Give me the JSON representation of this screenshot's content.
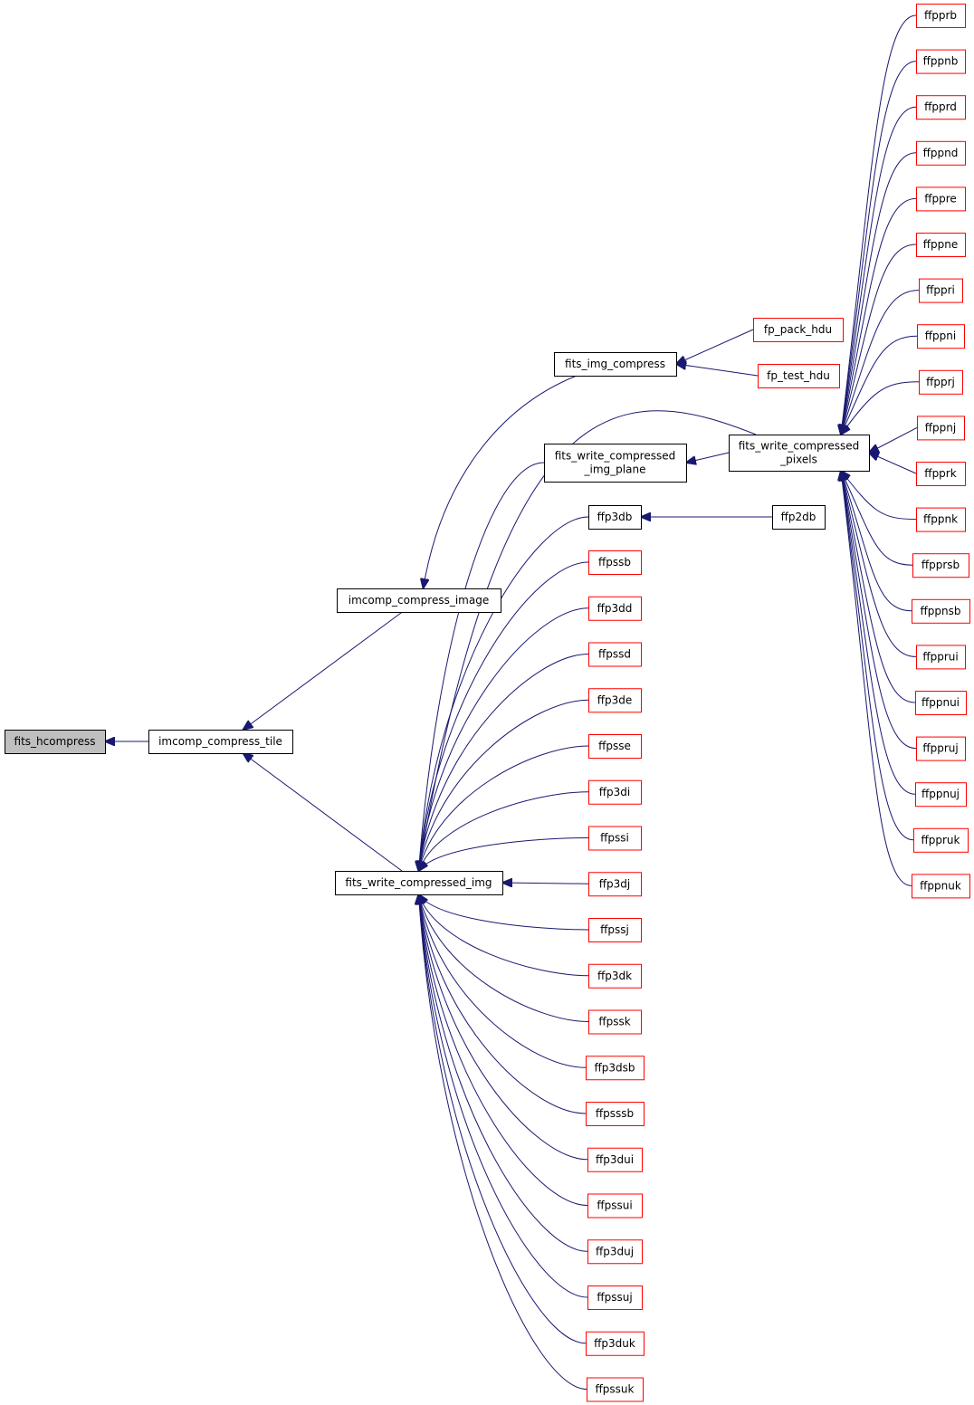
{
  "colors": {
    "edge": "#191970",
    "root_fill": "#bfbfbf",
    "root_border": "#000000",
    "normal_border": "#000000",
    "external_border": "#ff0000",
    "node_fill": "#ffffff"
  },
  "nodes": [
    {
      "id": "fits_hcompress",
      "lines": [
        "fits_hcompress"
      ],
      "kind": "root"
    },
    {
      "id": "imcomp_compress_tile",
      "lines": [
        "imcomp_compress_tile"
      ],
      "kind": "normal"
    },
    {
      "id": "imcomp_compress_image",
      "lines": [
        "imcomp_compress_image"
      ],
      "kind": "normal"
    },
    {
      "id": "fits_write_compressed_img",
      "lines": [
        "fits_write_compressed_img"
      ],
      "kind": "normal"
    },
    {
      "id": "fits_img_compress",
      "lines": [
        "fits_img_compress"
      ],
      "kind": "normal"
    },
    {
      "id": "fp_pack_hdu",
      "lines": [
        "fp_pack_hdu"
      ],
      "kind": "external"
    },
    {
      "id": "fp_test_hdu",
      "lines": [
        "fp_test_hdu"
      ],
      "kind": "external"
    },
    {
      "id": "fits_write_compressed_img_plane",
      "lines": [
        "fits_write_compressed",
        "_img_plane"
      ],
      "kind": "normal"
    },
    {
      "id": "fits_write_compressed_pixels",
      "lines": [
        "fits_write_compressed",
        "_pixels"
      ],
      "kind": "normal"
    },
    {
      "id": "ffp3db",
      "lines": [
        "ffp3db"
      ],
      "kind": "normal"
    },
    {
      "id": "ffp2db",
      "lines": [
        "ffp2db"
      ],
      "kind": "normal"
    },
    {
      "id": "ffpssb",
      "lines": [
        "ffpssb"
      ],
      "kind": "external"
    },
    {
      "id": "ffp3dd",
      "lines": [
        "ffp3dd"
      ],
      "kind": "external"
    },
    {
      "id": "ffpssd",
      "lines": [
        "ffpssd"
      ],
      "kind": "external"
    },
    {
      "id": "ffp3de",
      "lines": [
        "ffp3de"
      ],
      "kind": "external"
    },
    {
      "id": "ffpsse",
      "lines": [
        "ffpsse"
      ],
      "kind": "external"
    },
    {
      "id": "ffp3di",
      "lines": [
        "ffp3di"
      ],
      "kind": "external"
    },
    {
      "id": "ffpssi",
      "lines": [
        "ffpssi"
      ],
      "kind": "external"
    },
    {
      "id": "ffp3dj",
      "lines": [
        "ffp3dj"
      ],
      "kind": "external"
    },
    {
      "id": "ffpssj",
      "lines": [
        "ffpssj"
      ],
      "kind": "external"
    },
    {
      "id": "ffp3dk",
      "lines": [
        "ffp3dk"
      ],
      "kind": "external"
    },
    {
      "id": "ffpssk",
      "lines": [
        "ffpssk"
      ],
      "kind": "external"
    },
    {
      "id": "ffp3dsb",
      "lines": [
        "ffp3dsb"
      ],
      "kind": "external"
    },
    {
      "id": "ffpsssb",
      "lines": [
        "ffpsssb"
      ],
      "kind": "external"
    },
    {
      "id": "ffp3dui",
      "lines": [
        "ffp3dui"
      ],
      "kind": "external"
    },
    {
      "id": "ffpssui",
      "lines": [
        "ffpssui"
      ],
      "kind": "external"
    },
    {
      "id": "ffp3duj",
      "lines": [
        "ffp3duj"
      ],
      "kind": "external"
    },
    {
      "id": "ffpssuj",
      "lines": [
        "ffpssuj"
      ],
      "kind": "external"
    },
    {
      "id": "ffp3duk",
      "lines": [
        "ffp3duk"
      ],
      "kind": "external"
    },
    {
      "id": "ffpssuk",
      "lines": [
        "ffpssuk"
      ],
      "kind": "external"
    },
    {
      "id": "ffpprb",
      "lines": [
        "ffpprb"
      ],
      "kind": "external"
    },
    {
      "id": "ffppnb",
      "lines": [
        "ffppnb"
      ],
      "kind": "external"
    },
    {
      "id": "ffpprd",
      "lines": [
        "ffpprd"
      ],
      "kind": "external"
    },
    {
      "id": "ffppnd",
      "lines": [
        "ffppnd"
      ],
      "kind": "external"
    },
    {
      "id": "ffppre",
      "lines": [
        "ffppre"
      ],
      "kind": "external"
    },
    {
      "id": "ffppne",
      "lines": [
        "ffppne"
      ],
      "kind": "external"
    },
    {
      "id": "ffppri",
      "lines": [
        "ffppri"
      ],
      "kind": "external"
    },
    {
      "id": "ffppni",
      "lines": [
        "ffppni"
      ],
      "kind": "external"
    },
    {
      "id": "ffpprj",
      "lines": [
        "ffpprj"
      ],
      "kind": "external"
    },
    {
      "id": "ffppnj",
      "lines": [
        "ffppnj"
      ],
      "kind": "external"
    },
    {
      "id": "ffpprk",
      "lines": [
        "ffpprk"
      ],
      "kind": "external"
    },
    {
      "id": "ffppnk",
      "lines": [
        "ffppnk"
      ],
      "kind": "external"
    },
    {
      "id": "ffpprsb",
      "lines": [
        "ffpprsb"
      ],
      "kind": "external"
    },
    {
      "id": "ffppnsb",
      "lines": [
        "ffppnsb"
      ],
      "kind": "external"
    },
    {
      "id": "ffpprui",
      "lines": [
        "ffpprui"
      ],
      "kind": "external"
    },
    {
      "id": "ffppnui",
      "lines": [
        "ffppnui"
      ],
      "kind": "external"
    },
    {
      "id": "ffppruj",
      "lines": [
        "ffppruj"
      ],
      "kind": "external"
    },
    {
      "id": "ffppnuj",
      "lines": [
        "ffppnuj"
      ],
      "kind": "external"
    },
    {
      "id": "ffppruk",
      "lines": [
        "ffppruk"
      ],
      "kind": "external"
    },
    {
      "id": "ffppnuk",
      "lines": [
        "ffppnuk"
      ],
      "kind": "external"
    }
  ],
  "edges": [
    {
      "from": "imcomp_compress_tile",
      "to": "fits_hcompress"
    },
    {
      "from": "imcomp_compress_image",
      "to": "imcomp_compress_tile"
    },
    {
      "from": "fits_write_compressed_img",
      "to": "imcomp_compress_tile"
    },
    {
      "from": "fits_img_compress",
      "to": "imcomp_compress_image"
    },
    {
      "from": "fp_pack_hdu",
      "to": "fits_img_compress"
    },
    {
      "from": "fp_test_hdu",
      "to": "fits_img_compress"
    },
    {
      "from": "fits_write_compressed_img_plane",
      "to": "fits_write_compressed_img"
    },
    {
      "from": "fits_write_compressed_pixels",
      "to": "fits_write_compressed_img"
    },
    {
      "from": "fits_write_compressed_pixels",
      "to": "fits_write_compressed_img_plane"
    },
    {
      "from": "ffp3db",
      "to": "fits_write_compressed_img"
    },
    {
      "from": "ffp2db",
      "to": "ffp3db"
    },
    {
      "from": "ffpssb",
      "to": "fits_write_compressed_img"
    },
    {
      "from": "ffp3dd",
      "to": "fits_write_compressed_img"
    },
    {
      "from": "ffpssd",
      "to": "fits_write_compressed_img"
    },
    {
      "from": "ffp3de",
      "to": "fits_write_compressed_img"
    },
    {
      "from": "ffpsse",
      "to": "fits_write_compressed_img"
    },
    {
      "from": "ffp3di",
      "to": "fits_write_compressed_img"
    },
    {
      "from": "ffpssi",
      "to": "fits_write_compressed_img"
    },
    {
      "from": "ffp3dj",
      "to": "fits_write_compressed_img"
    },
    {
      "from": "ffpssj",
      "to": "fits_write_compressed_img"
    },
    {
      "from": "ffp3dk",
      "to": "fits_write_compressed_img"
    },
    {
      "from": "ffpssk",
      "to": "fits_write_compressed_img"
    },
    {
      "from": "ffp3dsb",
      "to": "fits_write_compressed_img"
    },
    {
      "from": "ffpsssb",
      "to": "fits_write_compressed_img"
    },
    {
      "from": "ffp3dui",
      "to": "fits_write_compressed_img"
    },
    {
      "from": "ffpssui",
      "to": "fits_write_compressed_img"
    },
    {
      "from": "ffp3duj",
      "to": "fits_write_compressed_img"
    },
    {
      "from": "ffpssuj",
      "to": "fits_write_compressed_img"
    },
    {
      "from": "ffp3duk",
      "to": "fits_write_compressed_img"
    },
    {
      "from": "ffpssuk",
      "to": "fits_write_compressed_img"
    },
    {
      "from": "ffpprb",
      "to": "fits_write_compressed_pixels"
    },
    {
      "from": "ffppnb",
      "to": "fits_write_compressed_pixels"
    },
    {
      "from": "ffpprd",
      "to": "fits_write_compressed_pixels"
    },
    {
      "from": "ffppnd",
      "to": "fits_write_compressed_pixels"
    },
    {
      "from": "ffppre",
      "to": "fits_write_compressed_pixels"
    },
    {
      "from": "ffppne",
      "to": "fits_write_compressed_pixels"
    },
    {
      "from": "ffppri",
      "to": "fits_write_compressed_pixels"
    },
    {
      "from": "ffppni",
      "to": "fits_write_compressed_pixels"
    },
    {
      "from": "ffpprj",
      "to": "fits_write_compressed_pixels"
    },
    {
      "from": "ffppnj",
      "to": "fits_write_compressed_pixels"
    },
    {
      "from": "ffpprk",
      "to": "fits_write_compressed_pixels"
    },
    {
      "from": "ffppnk",
      "to": "fits_write_compressed_pixels"
    },
    {
      "from": "ffpprsb",
      "to": "fits_write_compressed_pixels"
    },
    {
      "from": "ffppnsb",
      "to": "fits_write_compressed_pixels"
    },
    {
      "from": "ffpprui",
      "to": "fits_write_compressed_pixels"
    },
    {
      "from": "ffppnui",
      "to": "fits_write_compressed_pixels"
    },
    {
      "from": "ffppruj",
      "to": "fits_write_compressed_pixels"
    },
    {
      "from": "ffppnuj",
      "to": "fits_write_compressed_pixels"
    },
    {
      "from": "ffppruk",
      "to": "fits_write_compressed_pixels"
    },
    {
      "from": "ffppnuk",
      "to": "fits_write_compressed_pixels"
    }
  ]
}
